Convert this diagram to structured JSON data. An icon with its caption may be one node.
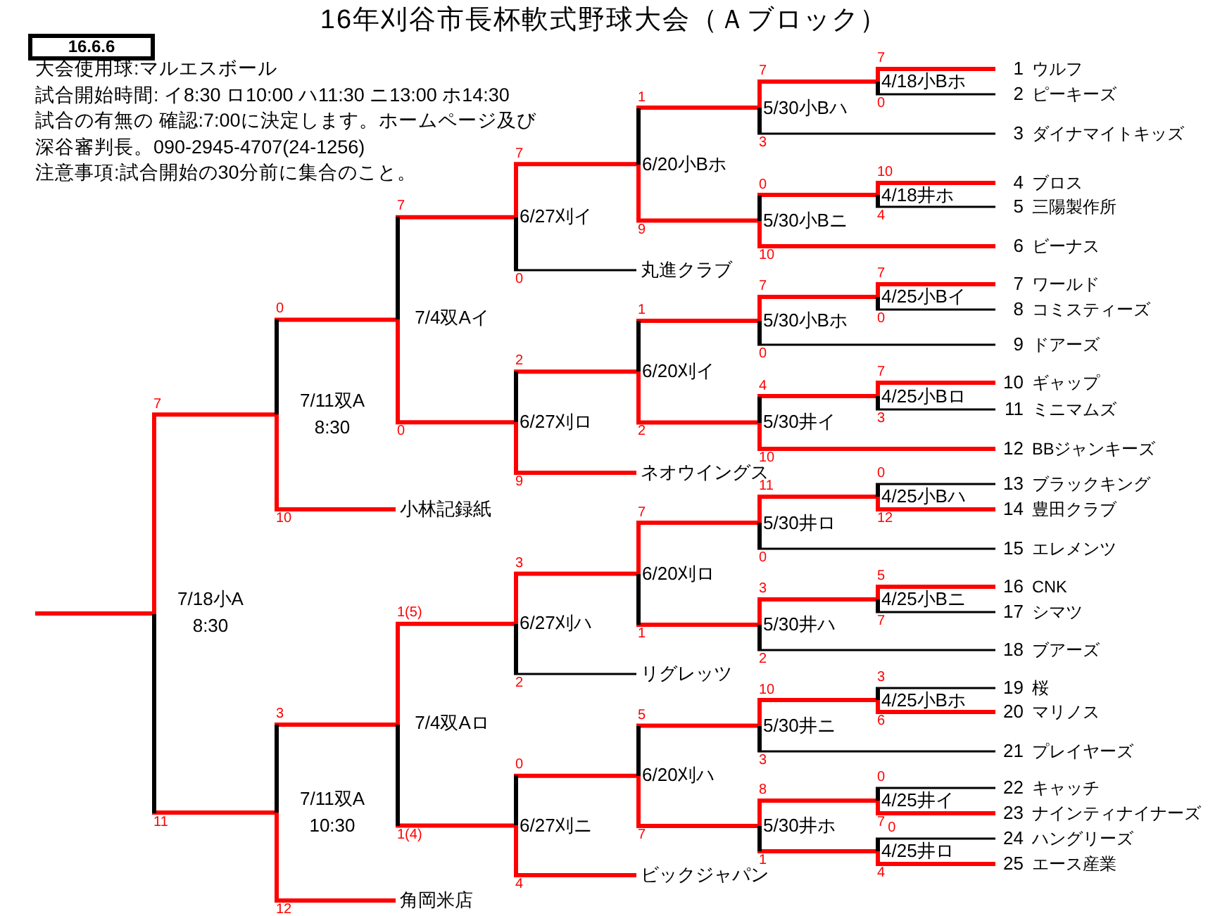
{
  "diagram": {
    "title": "16年刈谷市長杯軟式野球大会（Ａブロック）",
    "nodes": [
      {
        "text": [
          "ウルフ"
        ],
        "beside": [
          "1"
        ]
      },
      {
        "text": [
          "ピーキーズ"
        ],
        "beside": [
          "2"
        ]
      },
      {
        "text": [
          "ダイナマイトキッズ"
        ],
        "beside": [
          "3"
        ]
      },
      {
        "text": [
          "ブロス"
        ],
        "beside": [
          "4"
        ]
      },
      {
        "text": [
          "三陽製作所"
        ],
        "beside": [
          "5"
        ]
      },
      {
        "text": [
          "ビーナス"
        ],
        "beside": [
          "6"
        ]
      },
      {
        "text": [
          "ワールド"
        ],
        "beside": [
          "7"
        ]
      },
      {
        "text": [
          "コミスティーズ"
        ],
        "beside": [
          "8"
        ]
      },
      {
        "text": [
          "ドアーズ"
        ],
        "beside": [
          "9"
        ]
      },
      {
        "text": [
          "ギャップ"
        ],
        "beside": [
          "10"
        ]
      },
      {
        "text": [
          "ミニマムズ"
        ],
        "beside": [
          "11"
        ]
      },
      {
        "text": [
          "BBジャンキーズ"
        ],
        "beside": [
          "12"
        ]
      },
      {
        "text": [
          "ブラックキング"
        ],
        "beside": [
          "13"
        ]
      },
      {
        "text": [
          "豊田クラブ"
        ],
        "beside": [
          "14"
        ]
      },
      {
        "text": [
          "エレメンツ"
        ],
        "beside": [
          "15"
        ]
      },
      {
        "text": [
          "CNK"
        ],
        "beside": [
          "16"
        ]
      },
      {
        "text": [
          "シマツ"
        ],
        "beside": [
          "17"
        ]
      },
      {
        "text": [
          "ブアーズ"
        ],
        "beside": [
          "18"
        ]
      },
      {
        "text": [
          "桜"
        ],
        "beside": [
          "19"
        ]
      },
      {
        "text": [
          "マリノス"
        ],
        "beside": [
          "20"
        ]
      },
      {
        "text": [
          "プレイヤーズ"
        ],
        "beside": [
          "21"
        ]
      },
      {
        "text": [
          "キャッチ"
        ],
        "beside": [
          "22"
        ]
      },
      {
        "text": [
          "ナインティナイナーズ"
        ],
        "beside": [
          "23"
        ]
      },
      {
        "text": [
          "ハングリーズ"
        ],
        "beside": [
          "24"
        ]
      },
      {
        "text": [
          "エース産業"
        ],
        "beside": [
          "25"
        ]
      },
      {
        "text": [
          "丸進クラブ"
        ]
      },
      {
        "text": [
          "ネオウイングス"
        ]
      },
      {
        "text": [
          "リグレッツ"
        ]
      },
      {
        "text": [
          "ビックジャパン"
        ]
      },
      {
        "text": [
          "小林記録紙"
        ]
      },
      {
        "text": [
          "角岡米店"
        ]
      },
      {
        "text": [
          "4/18小Bホ"
        ]
      },
      {
        "text": [
          "4/18井ホ"
        ]
      },
      {
        "text": [
          "4/25小Bイ"
        ]
      },
      {
        "text": [
          "4/25小Bロ"
        ]
      },
      {
        "text": [
          "4/25小Bハ"
        ]
      },
      {
        "text": [
          "4/25小Bニ"
        ]
      },
      {
        "text": [
          "4/25小Bホ"
        ]
      },
      {
        "text": [
          "4/25井イ"
        ]
      },
      {
        "text": [
          "4/25井ロ"
        ]
      },
      {
        "text": [
          "5/30小Bハ"
        ]
      },
      {
        "text": [
          "5/30小Bニ"
        ]
      },
      {
        "text": [
          "5/30小Bホ"
        ]
      },
      {
        "text": [
          "5/30井イ"
        ]
      },
      {
        "text": [
          "5/30井ロ"
        ]
      },
      {
        "text": [
          "5/30井ハ"
        ]
      },
      {
        "text": [
          "5/30井ニ"
        ]
      },
      {
        "text": [
          "5/30井ホ"
        ]
      },
      {
        "text": [
          "6/20小Bホ"
        ]
      },
      {
        "text": [
          "6/20刈イ"
        ]
      },
      {
        "text": [
          "6/20刈ロ"
        ]
      },
      {
        "text": [
          "6/20刈ハ"
        ]
      },
      {
        "text": [
          "6/27刈イ"
        ]
      },
      {
        "text": [
          "6/27刈ロ"
        ]
      },
      {
        "text": [
          "6/27刈ハ"
        ]
      },
      {
        "text": [
          "6/27刈ニ"
        ]
      },
      {
        "text": [
          "7/4双Aイ"
        ]
      },
      {
        "text": [
          "7/4双Aロ"
        ]
      },
      {
        "text": [
          "7/11双A",
          "8:30"
        ]
      },
      {
        "text": [
          "7/11双A",
          "10:30"
        ]
      },
      {
        "text": [
          "7/18小A",
          "8:30"
        ]
      }
    ],
    "edges": [
      {
        "from": 0,
        "to": 31,
        "arrow": "none",
        "label": "7"
      },
      {
        "from": 1,
        "to": 31,
        "arrow": "none",
        "label": "0",
        "color": "#000000"
      },
      {
        "from": 3,
        "to": 32,
        "arrow": "none",
        "label": "10"
      },
      {
        "from": 4,
        "to": 32,
        "arrow": "none",
        "label": "4",
        "color": "#000000"
      },
      {
        "from": 6,
        "to": 33,
        "arrow": "none",
        "label": "7"
      },
      {
        "from": 7,
        "to": 33,
        "arrow": "none",
        "label": "0",
        "color": "#000000"
      },
      {
        "from": 9,
        "to": 34,
        "arrow": "none",
        "label": "7"
      },
      {
        "from": 10,
        "to": 34,
        "arrow": "none",
        "label": "3",
        "color": "#000000"
      },
      {
        "from": 12,
        "to": 35,
        "arrow": "none",
        "label": "0",
        "color": "#000000"
      },
      {
        "from": 13,
        "to": 35,
        "arrow": "none",
        "label": "12"
      },
      {
        "from": 15,
        "to": 36,
        "arrow": "none",
        "label": "5"
      },
      {
        "from": 16,
        "to": 36,
        "arrow": "none",
        "label": "7",
        "color": "#000000"
      },
      {
        "from": 18,
        "to": 37,
        "arrow": "none",
        "label": "3",
        "color": "#000000"
      },
      {
        "from": 19,
        "to": 37,
        "arrow": "none",
        "label": "6"
      },
      {
        "from": 21,
        "to": 38,
        "arrow": "none",
        "label": "0",
        "color": "#000000"
      },
      {
        "from": 22,
        "to": 38,
        "arrow": "none",
        "label": "7"
      },
      {
        "from": 23,
        "to": 39,
        "arrow": "none",
        "label": "0",
        "color": "#000000"
      },
      {
        "from": 24,
        "to": 39,
        "arrow": "none",
        "label": "4"
      },
      {
        "from": 31,
        "to": 40,
        "arrow": "none",
        "label": "7"
      },
      {
        "from": 2,
        "to": 40,
        "arrow": "none",
        "label": "3",
        "color": "#000000"
      },
      {
        "from": 32,
        "to": 41,
        "arrow": "none",
        "label": "0"
      },
      {
        "from": 5,
        "to": 41,
        "arrow": "none",
        "label": "10"
      },
      {
        "from": 33,
        "to": 42,
        "arrow": "none",
        "label": "7"
      },
      {
        "from": 8,
        "to": 42,
        "arrow": "none",
        "label": "0",
        "color": "#000000"
      },
      {
        "from": 34,
        "to": 43,
        "arrow": "none",
        "label": "4"
      },
      {
        "from": 11,
        "to": 43,
        "arrow": "none",
        "label": "10"
      },
      {
        "from": 35,
        "to": 44,
        "arrow": "none",
        "label": "11"
      },
      {
        "from": 14,
        "to": 44,
        "arrow": "none",
        "label": "0",
        "color": "#000000"
      },
      {
        "from": 36,
        "to": 45,
        "arrow": "none",
        "label": "3"
      },
      {
        "from": 17,
        "to": 45,
        "arrow": "none",
        "label": "2",
        "color": "#000000"
      },
      {
        "from": 37,
        "to": 46,
        "arrow": "none",
        "label": "10"
      },
      {
        "from": 20,
        "to": 46,
        "arrow": "none",
        "label": "3",
        "color": "#000000"
      },
      {
        "from": 38,
        "to": 47,
        "arrow": "none",
        "label": "8"
      },
      {
        "from": 39,
        "to": 47,
        "arrow": "none",
        "label": "1"
      },
      {
        "from": 40,
        "to": 48,
        "arrow": "none",
        "label": "1"
      },
      {
        "from": 41,
        "to": 48,
        "arrow": "none",
        "label": "9"
      },
      {
        "from": 42,
        "to": 49,
        "arrow": "none",
        "label": "1"
      },
      {
        "from": 43,
        "to": 49,
        "arrow": "none",
        "label": "2"
      },
      {
        "from": 44,
        "to": 50,
        "arrow": "none",
        "label": "7"
      },
      {
        "from": 45,
        "to": 50,
        "arrow": "none",
        "label": "1"
      },
      {
        "from": 46,
        "to": 51,
        "arrow": "none",
        "label": "5"
      },
      {
        "from": 47,
        "to": 51,
        "arrow": "none",
        "label": "7"
      },
      {
        "from": 48,
        "to": 52,
        "arrow": "none",
        "label": "7"
      },
      {
        "from": 25,
        "to": 52,
        "arrow": "none",
        "label": "0",
        "color": "#000000"
      },
      {
        "from": 49,
        "to": 53,
        "arrow": "none",
        "label": "2"
      },
      {
        "from": 26,
        "to": 53,
        "arrow": "none",
        "label": "9"
      },
      {
        "from": 50,
        "to": 54,
        "arrow": "none",
        "label": "3"
      },
      {
        "from": 27,
        "to": 54,
        "arrow": "none",
        "label": "2",
        "color": "#000000"
      },
      {
        "from": 51,
        "to": 55,
        "arrow": "none",
        "label": "0"
      },
      {
        "from": 28,
        "to": 55,
        "arrow": "none",
        "label": "4"
      },
      {
        "from": 52,
        "to": 56,
        "arrow": "none",
        "label": "7"
      },
      {
        "from": 53,
        "to": 56,
        "arrow": "none",
        "label": "0"
      },
      {
        "from": 54,
        "to": 57,
        "arrow": "none",
        "label": "1(5)"
      },
      {
        "from": 55,
        "to": 57,
        "arrow": "none",
        "label": "1(4)"
      },
      {
        "from": 56,
        "to": 58,
        "arrow": "none",
        "label": "0"
      },
      {
        "from": 29,
        "to": 58,
        "arrow": "none",
        "label": "10"
      },
      {
        "from": 57,
        "to": 59,
        "arrow": "none",
        "label": "3"
      },
      {
        "from": 30,
        "to": 59,
        "arrow": "none",
        "label": "12"
      },
      {
        "from": 58,
        "to": 60,
        "arrow": "none",
        "label": "7"
      },
      {
        "from": 59,
        "to": 60,
        "arrow": "none",
        "label": "11"
      },
      {
        "from": 60,
        "to": null,
        "arrow": "none"
      }
    ],
    "labels": [
      "16.6.6",
      "大会使用球:マルエスボール",
      "試合開始時間: イ8:30 ロ10:00 ハ11:30 ニ13:00 ホ14:30",
      "試合の有無の 確認:7:00に決定します。ホームページ及び深谷審判長。090-2945-4707(24-1256)",
      "注意事項:試合開始の30分前に集合のこと。"
    ]
  }
}
